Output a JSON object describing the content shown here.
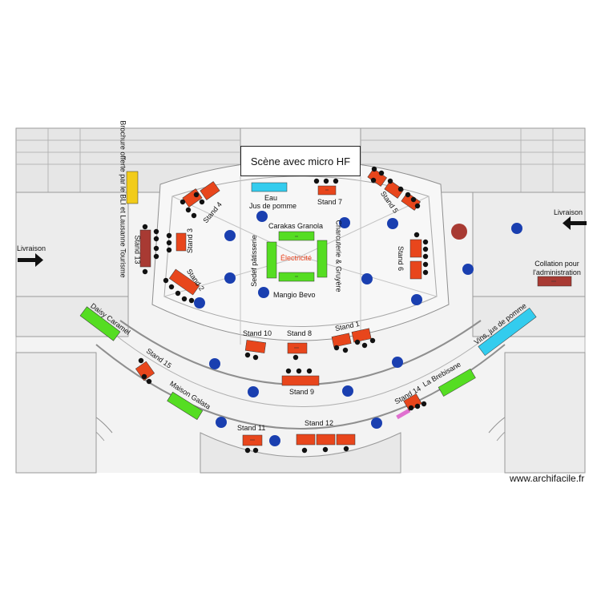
{
  "title": "Scène avec micro HF",
  "watermark": "www.archifacile.fr",
  "labels": {
    "livraison_left": "Livraison",
    "livraison_right": "Livraison",
    "brochure": "Brochure offerte par le BLI et Lausanne Tourisme",
    "eau": "Eau",
    "jus_de_pomme": "Jus de pomme",
    "electricite": "Électricité",
    "carakas_granola": "Carakas Granola",
    "mangio_bevo": "Mangio Bevo",
    "sedef_patisserie": "Sedef pâtisserie",
    "charcuterie_gruyere": "Charcuterie & Gruyère",
    "collation": "Collation pour l'administration",
    "vins": "Vins, jus de pomme",
    "daisy_caramel": "Daisy Caramel",
    "maison_galata": "Maison Galata",
    "la_brebisane": "La Brebisane",
    "stand_1": "Stand 1",
    "stand_2": "Stand 2",
    "stand_3": "Stand 3",
    "stand_4": "Stand 4",
    "stand_5": "Stand 5",
    "stand_6": "Stand 6",
    "stand_7": "Stand 7",
    "stand_8": "Stand 8",
    "stand_9": "Stand 9",
    "stand_10": "Stand 10",
    "stand_11": "Stand 11",
    "stand_12": "Stand 12",
    "stand_13": "Stand 13",
    "stand_14": "Stand 14",
    "stand_15": "Stand 15"
  },
  "colors": {
    "stand": "#e8461c",
    "green_table": "#55dd22",
    "water": "#33ccee",
    "yellow": "#f2cc1a",
    "dark_red": "#a83a33",
    "pillar": "#1a3fb0",
    "chair": "#111111",
    "pink": "#e070d0"
  }
}
